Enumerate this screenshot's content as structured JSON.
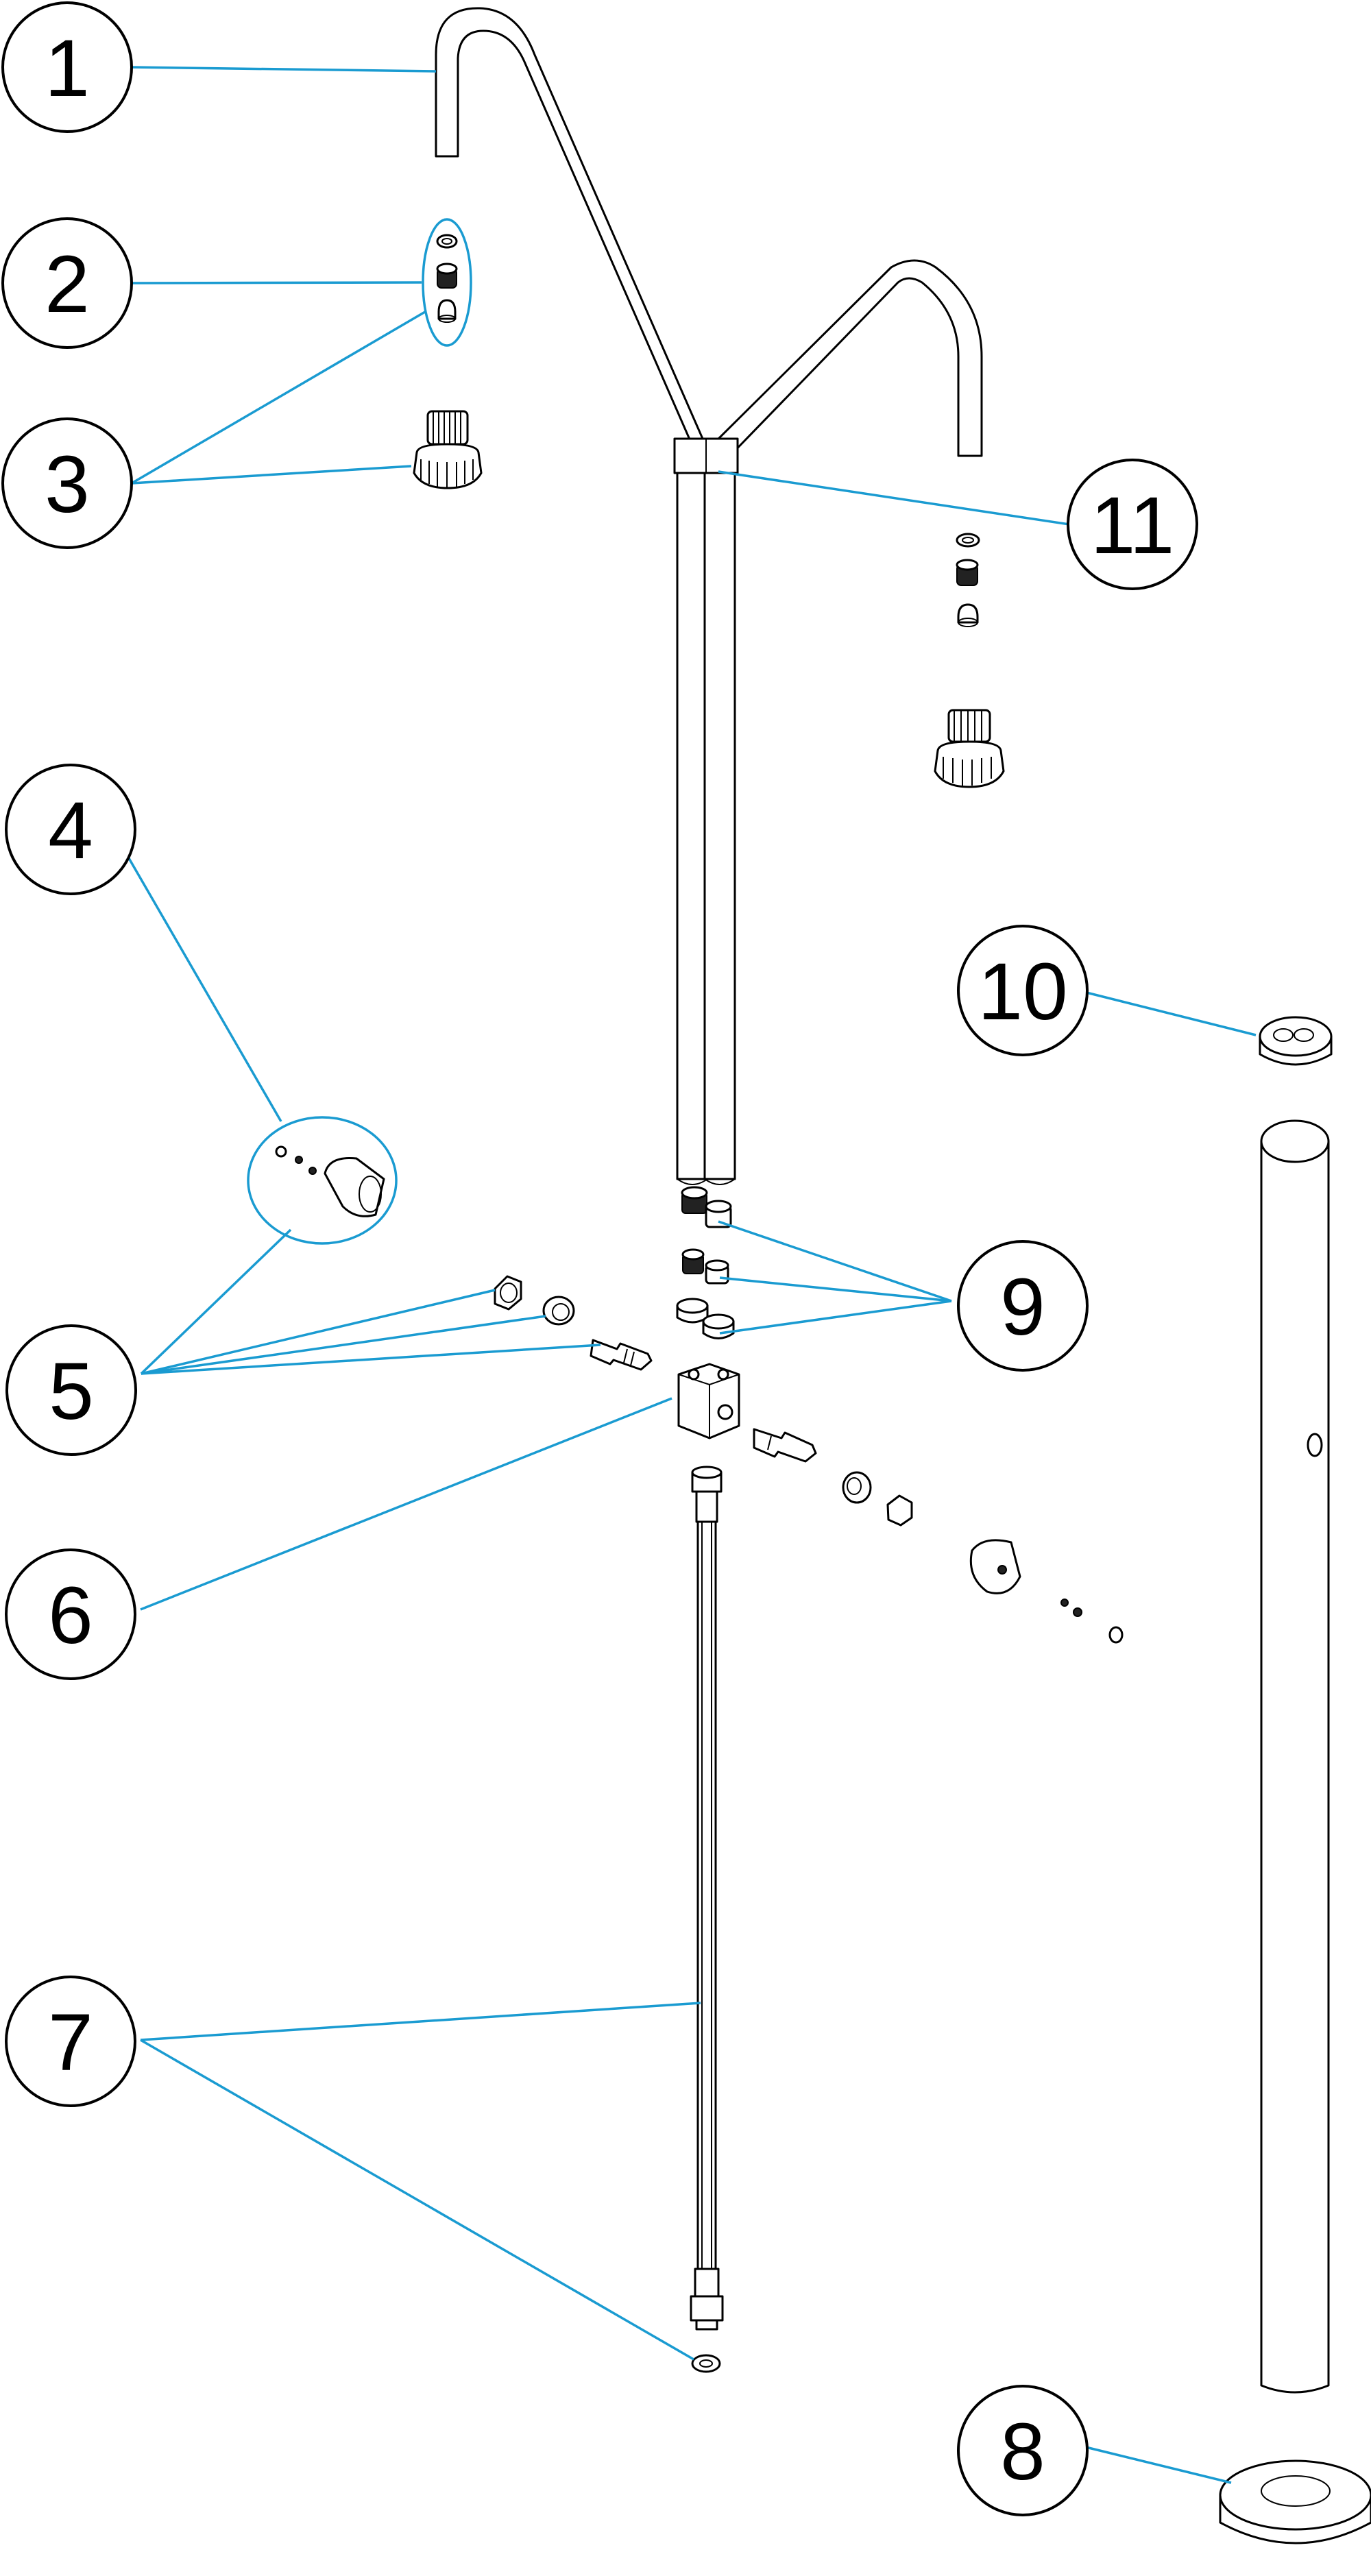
{
  "diagram": {
    "callouts": [
      {
        "id": "1",
        "label": "1"
      },
      {
        "id": "2",
        "label": "2"
      },
      {
        "id": "3",
        "label": "3"
      },
      {
        "id": "4",
        "label": "4"
      },
      {
        "id": "5",
        "label": "5"
      },
      {
        "id": "6",
        "label": "6"
      },
      {
        "id": "7",
        "label": "7"
      },
      {
        "id": "8",
        "label": "8"
      },
      {
        "id": "9",
        "label": "9"
      },
      {
        "id": "10",
        "label": "10"
      },
      {
        "id": "11",
        "label": "11"
      }
    ],
    "colors": {
      "leader": "#1a9bd1",
      "outline": "#000000",
      "background": "#ffffff"
    }
  }
}
